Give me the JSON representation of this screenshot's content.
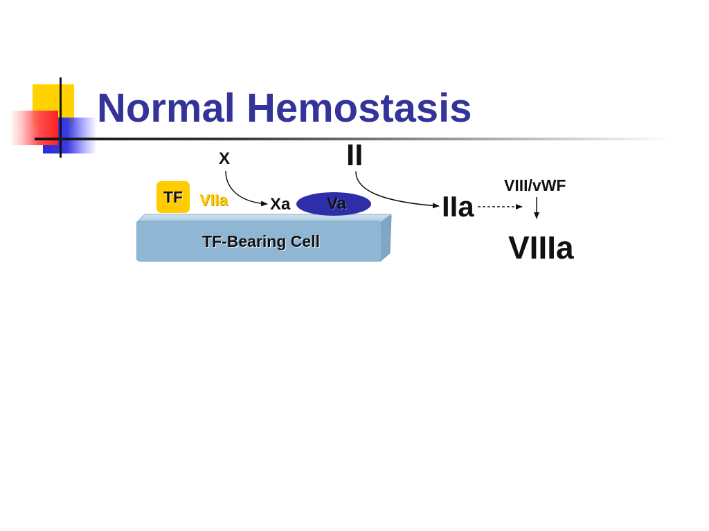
{
  "slide": {
    "title": "Normal Hemostasis"
  },
  "diagram": {
    "cell_label": "TF-Bearing Cell",
    "tf": "TF",
    "viia": "VIIa",
    "x": "X",
    "xa": "Xa",
    "va": "Va",
    "ii": "II",
    "iia": "IIa",
    "viii_vwf": "VIII/vWF",
    "viiia": "VIIIa"
  },
  "colors": {
    "title": "#333399",
    "cell_fill": "#8fb7d3",
    "tf_fill": "#ffcc00",
    "va_fill": "#2e2ea8",
    "accent_yellow": "#ffd200",
    "accent_blue": "#2b2bd8",
    "accent_red": "#ff2020"
  }
}
